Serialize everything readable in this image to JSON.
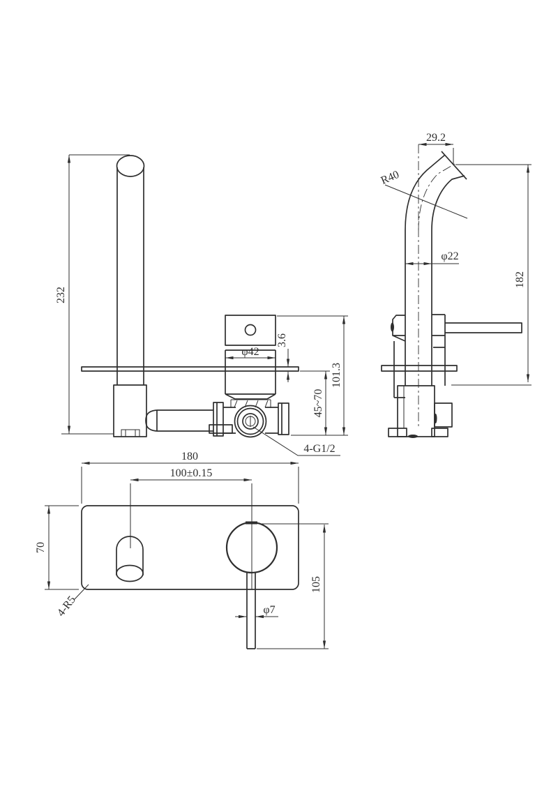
{
  "page": {
    "background_color": "#ffffff",
    "line_color": "#2e2e2e",
    "description": "Dimensioned engineering drawing of a wall-mounted basin mixer tap (three orthographic views)"
  },
  "views": {
    "front": {
      "name": "front elevation with concealed valve body",
      "dims": {
        "overall_height": "232",
        "cartridge_dia": "φ42",
        "plate_thickness": "3.6",
        "mount_depth_range": "45~70",
        "body_depth": "101.3",
        "inlet_thread": "4-G1/2"
      }
    },
    "side": {
      "name": "side elevation of spout and handle",
      "dims": {
        "tip_offset": "29.2",
        "bend_radius": "R40",
        "spout_dia": "φ22",
        "spout_height": "182"
      }
    },
    "plan": {
      "name": "face plate view",
      "dims": {
        "plate_width": "180",
        "hole_centres": "100±0.15",
        "plate_height": "70",
        "corner_radius": "4-R5",
        "lever_length": "105",
        "lever_dia": "φ7"
      }
    }
  }
}
